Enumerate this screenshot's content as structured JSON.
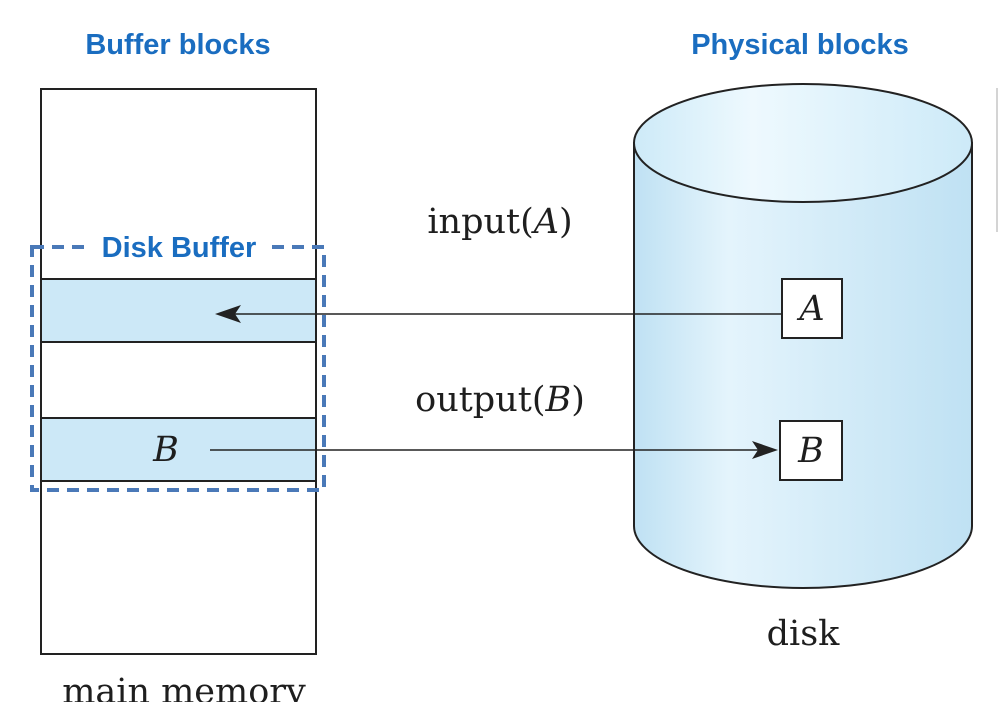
{
  "titles": {
    "buffer_blocks": "Buffer blocks",
    "physical_blocks": "Physical blocks"
  },
  "main_memory": {
    "label": "main memory",
    "disk_buffer_label": "Disk Buffer",
    "buffered_block_label": "B"
  },
  "disk": {
    "label": "disk",
    "block_a_label": "A",
    "block_b_label": "B"
  },
  "operations": {
    "input": "input(A)",
    "output": "output(B)"
  },
  "colors": {
    "title_text": "#1a6dc0",
    "disk_buffer_outline": "#4a79b8",
    "buffer_block_fill": "#cce8f7",
    "disk_body_edge": "#bfe1f3",
    "disk_body_highlight": "#e4f4fc",
    "disk_top_edge": "#cdeaf8",
    "disk_top_highlight": "#eef9fe",
    "outline": "#222222"
  }
}
